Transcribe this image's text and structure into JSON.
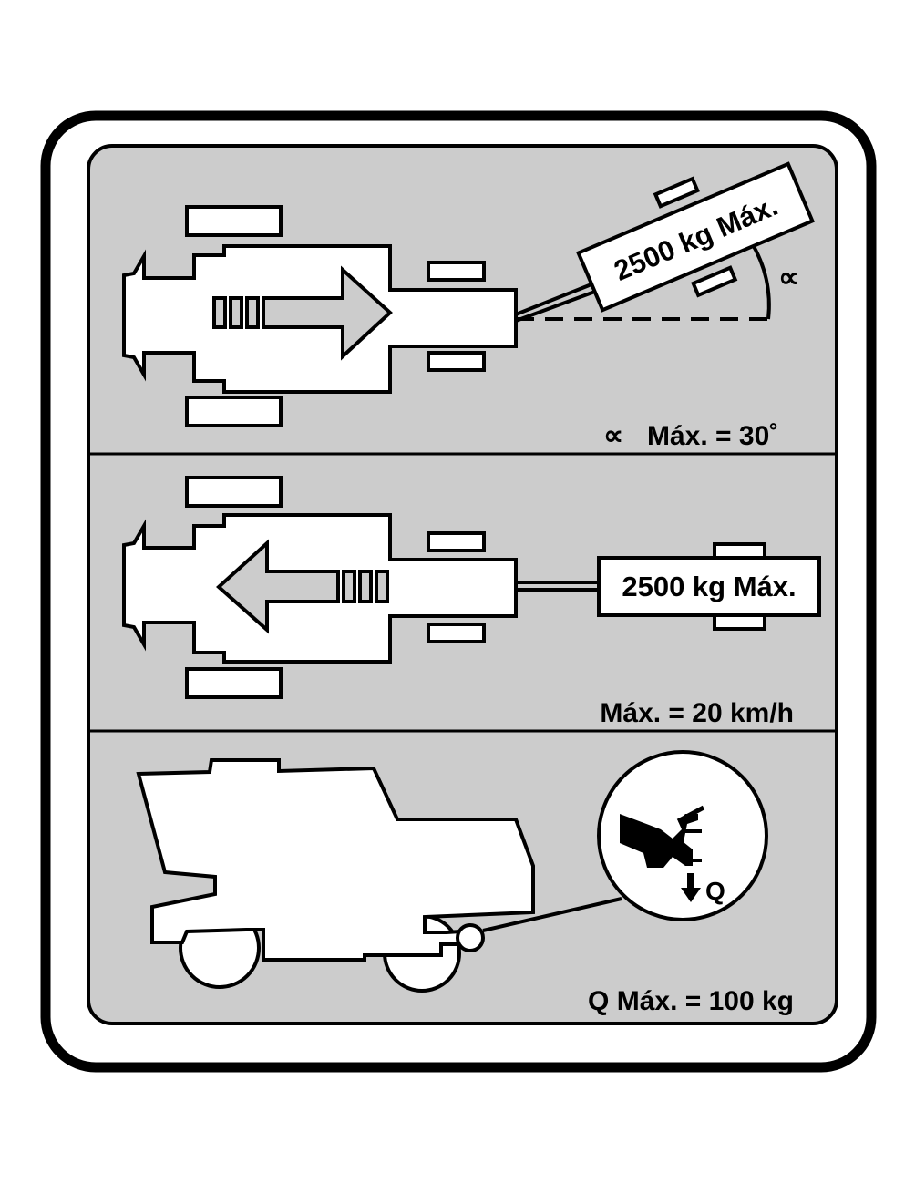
{
  "colors": {
    "panel_fill": "#cccccc",
    "stroke": "#000000",
    "background": "#ffffff"
  },
  "icons": [
    "tractor-icon",
    "trailer-icon",
    "combine-harvester-icon",
    "hitch-detail-icon",
    "direction-arrow-icon",
    "alpha-angle-icon",
    "down-arrow-icon"
  ],
  "section1": {
    "trailer_label": "2500 kg Máx.",
    "angle_symbol": "∝",
    "caption_symbol": "∝",
    "caption": "Máx. = 30˚"
  },
  "section2": {
    "trailer_label": "2500 kg Máx.",
    "caption": "Máx. = 20 km/h"
  },
  "section3": {
    "q_symbol": "Q",
    "caption": "Q Máx. = 100 kg"
  }
}
